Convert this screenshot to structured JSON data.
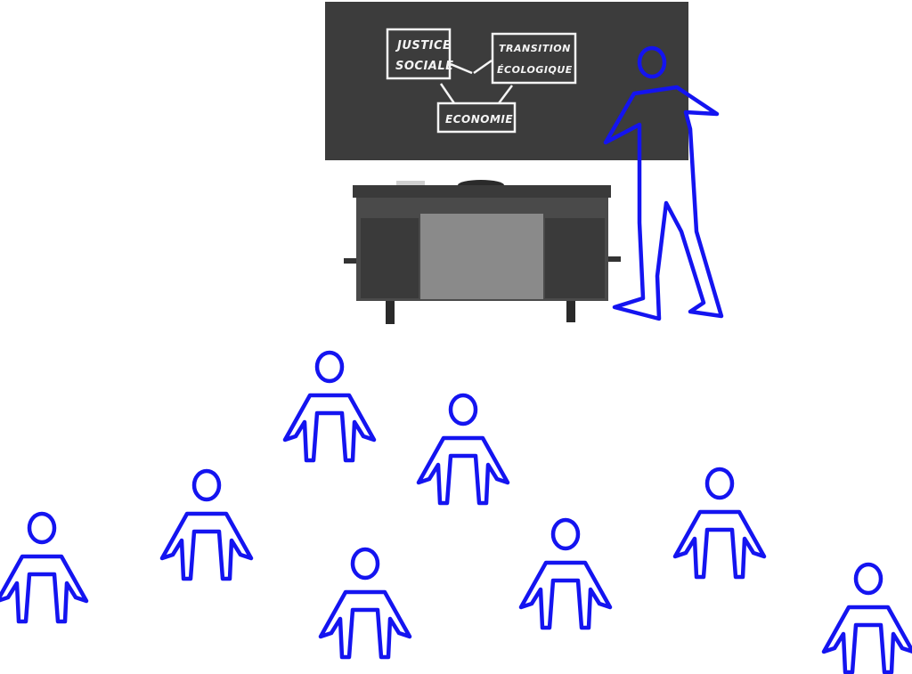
{
  "blackboard": {
    "box_left": [
      "JUSTICE",
      "SOCIALE"
    ],
    "box_right": [
      "TRANSITION",
      "ÉCOLOGIQUE"
    ],
    "box_bottom": "ECONOMIE"
  },
  "colors": {
    "figure_stroke": "#1414f0",
    "blackboard": "#3c3c3c",
    "desk": "#4a4a4a",
    "chalk": "#f4f4f4"
  }
}
